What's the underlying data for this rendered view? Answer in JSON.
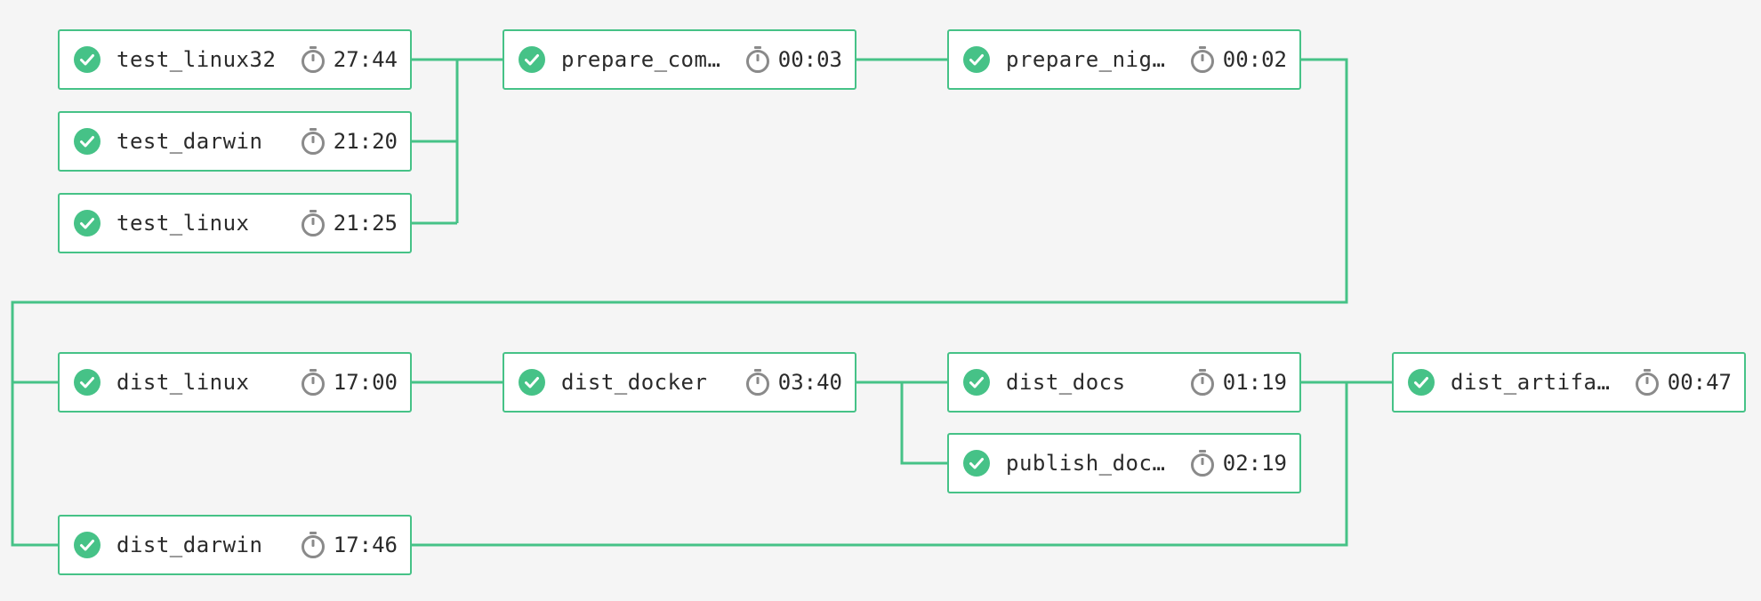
{
  "colors": {
    "background": "#f5f5f5",
    "success": "#46c287",
    "timer_icon": "#8a8a8a",
    "text": "#2b2b2b"
  },
  "icons": {
    "status": "check-circle-icon",
    "duration": "stopwatch-icon"
  },
  "jobs": [
    {
      "name": "test_linux32",
      "duration": "27:44",
      "status": "success"
    },
    {
      "name": "test_darwin",
      "duration": "21:20",
      "status": "success"
    },
    {
      "name": "test_linux",
      "duration": "21:25",
      "status": "success"
    },
    {
      "name": "prepare_comm…",
      "duration": "00:03",
      "status": "success"
    },
    {
      "name": "prepare_nigh…",
      "duration": "00:02",
      "status": "success"
    },
    {
      "name": "dist_linux",
      "duration": "17:00",
      "status": "success"
    },
    {
      "name": "dist_docker",
      "duration": "03:40",
      "status": "success"
    },
    {
      "name": "dist_docs",
      "duration": "01:19",
      "status": "success"
    },
    {
      "name": "publish_dock…",
      "duration": "02:19",
      "status": "success"
    },
    {
      "name": "dist_artifac…",
      "duration": "00:47",
      "status": "success"
    },
    {
      "name": "dist_darwin",
      "duration": "17:46",
      "status": "success"
    }
  ]
}
